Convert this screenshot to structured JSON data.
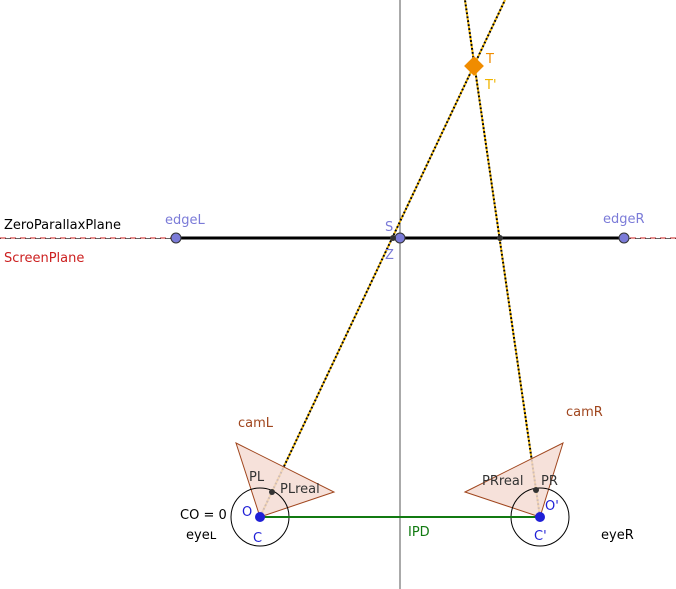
{
  "colors": {
    "black": "#000000",
    "blue_point": "#1f1fd6",
    "edge_point": "#7b7bd8",
    "orange": "#f08c00",
    "red_text": "#cc1f1f",
    "brown_text": "#a0461e",
    "green": "#117a11",
    "cam_fill": "#f4dcd4",
    "cam_stroke": "#a0461e",
    "gray_axis": "#555555",
    "ray": "#e0a000",
    "dark_label": "#333333"
  },
  "labels": {
    "zero_parallax_plane": "ZeroParallaxPlane",
    "screen_plane": "ScreenPlane",
    "edge_left": "edgeL",
    "edge_right": "edgeR",
    "point_s": "S",
    "point_z": "Z",
    "point_t": "T",
    "point_t_prime": "T'",
    "cam_left": "camL",
    "cam_right": "camR",
    "pl": "PL",
    "pl_real": "PLreal",
    "pr": "PR",
    "pr_real": "PRreal",
    "o_left": "O",
    "c_left": "C",
    "o_right": "O'",
    "c_right": "C'",
    "co_equation": "CO = 0",
    "eye_left": "eyeʟ",
    "eye_right": "eyeR",
    "ipd": "IPD"
  }
}
